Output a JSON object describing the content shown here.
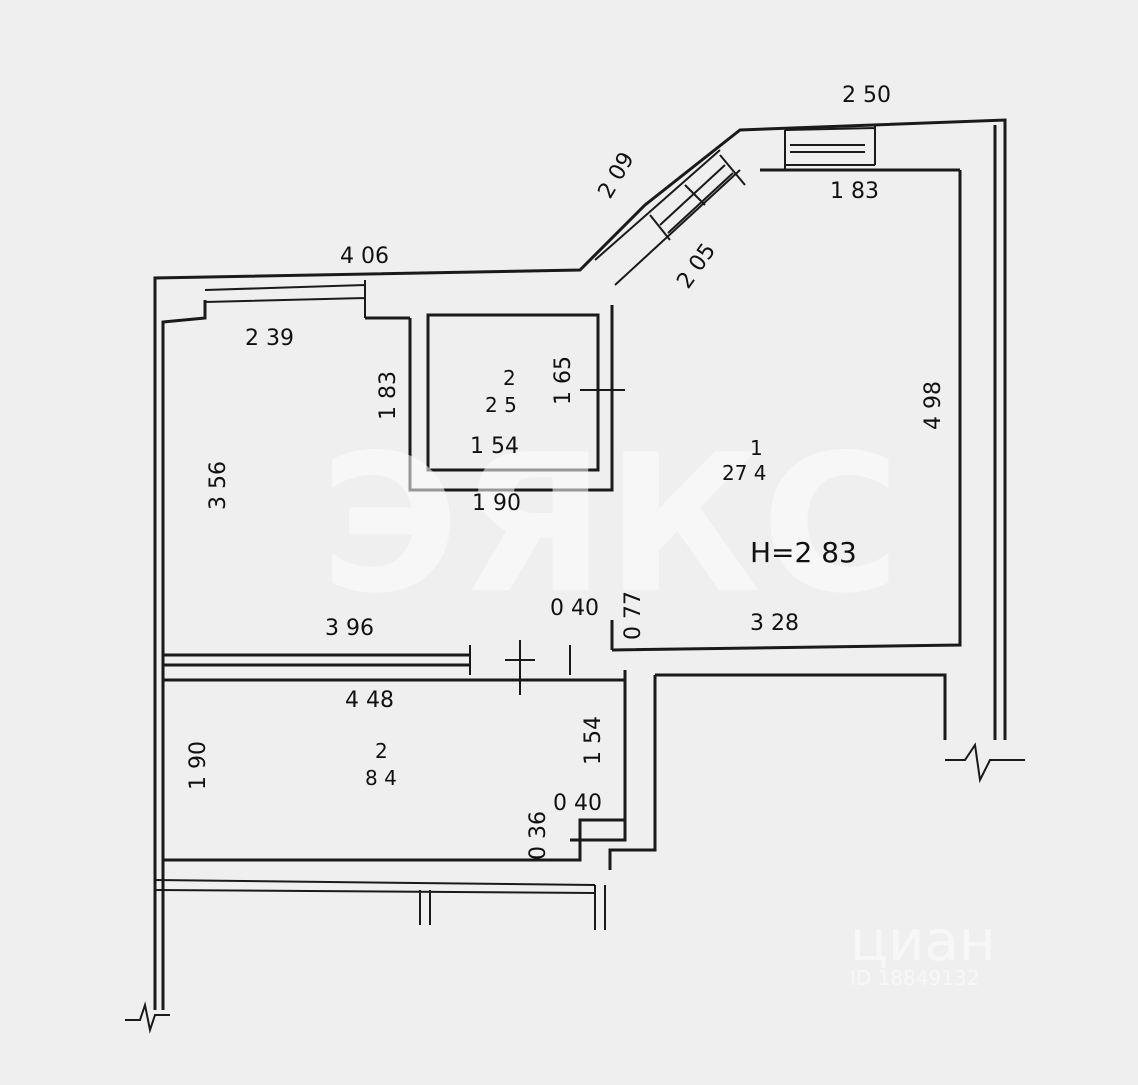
{
  "plan": {
    "height_label": "H=2 83",
    "dimensions": {
      "top_left_wall": "4 06",
      "left_window": "2 39",
      "diag_outer": "2 09",
      "diag_inner": "2 05",
      "top_right_outer": "2 50",
      "top_right_inner": "1 83",
      "bath_height": "1 65",
      "bath_width": "1 54",
      "room_left_upper": "1 83",
      "room_left_side": "3 56",
      "corridor_width": "1 90",
      "living_bottom_right": "3 28",
      "living_right_side": "4 98",
      "left_bottom": "3 96",
      "opening": "0 40",
      "opening_vert": "0 77",
      "kitchen_top": "4 48",
      "kitchen_left": "1 90",
      "kitchen_right": "1 54",
      "kitchen_niche_a": "0 36",
      "kitchen_niche_b": "0 40"
    },
    "rooms": {
      "bath": {
        "number": "2",
        "area": "2 5"
      },
      "living": {
        "number": "1",
        "area": "27 4"
      },
      "kitchen": {
        "number": "2",
        "area": "8 4"
      }
    }
  },
  "watermark": {
    "main": "ЭЯКС",
    "brand": "циан",
    "id": "ID 18849132"
  },
  "colors": {
    "background": "#efefef",
    "lines": "#1a1a1a",
    "watermark": "#ffffff"
  }
}
